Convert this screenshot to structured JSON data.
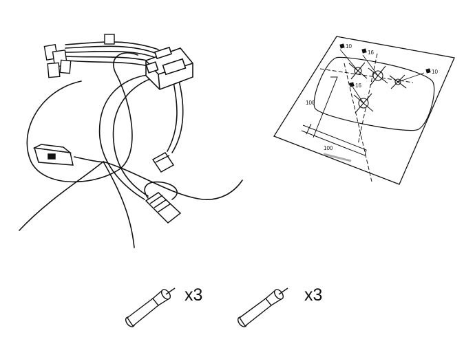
{
  "template": {
    "drill_labels": [
      "10",
      "16",
      "10",
      "16"
    ],
    "dim_labels": [
      "100",
      "100"
    ]
  },
  "fuses": {
    "quantities": [
      "x3",
      "x3"
    ]
  }
}
